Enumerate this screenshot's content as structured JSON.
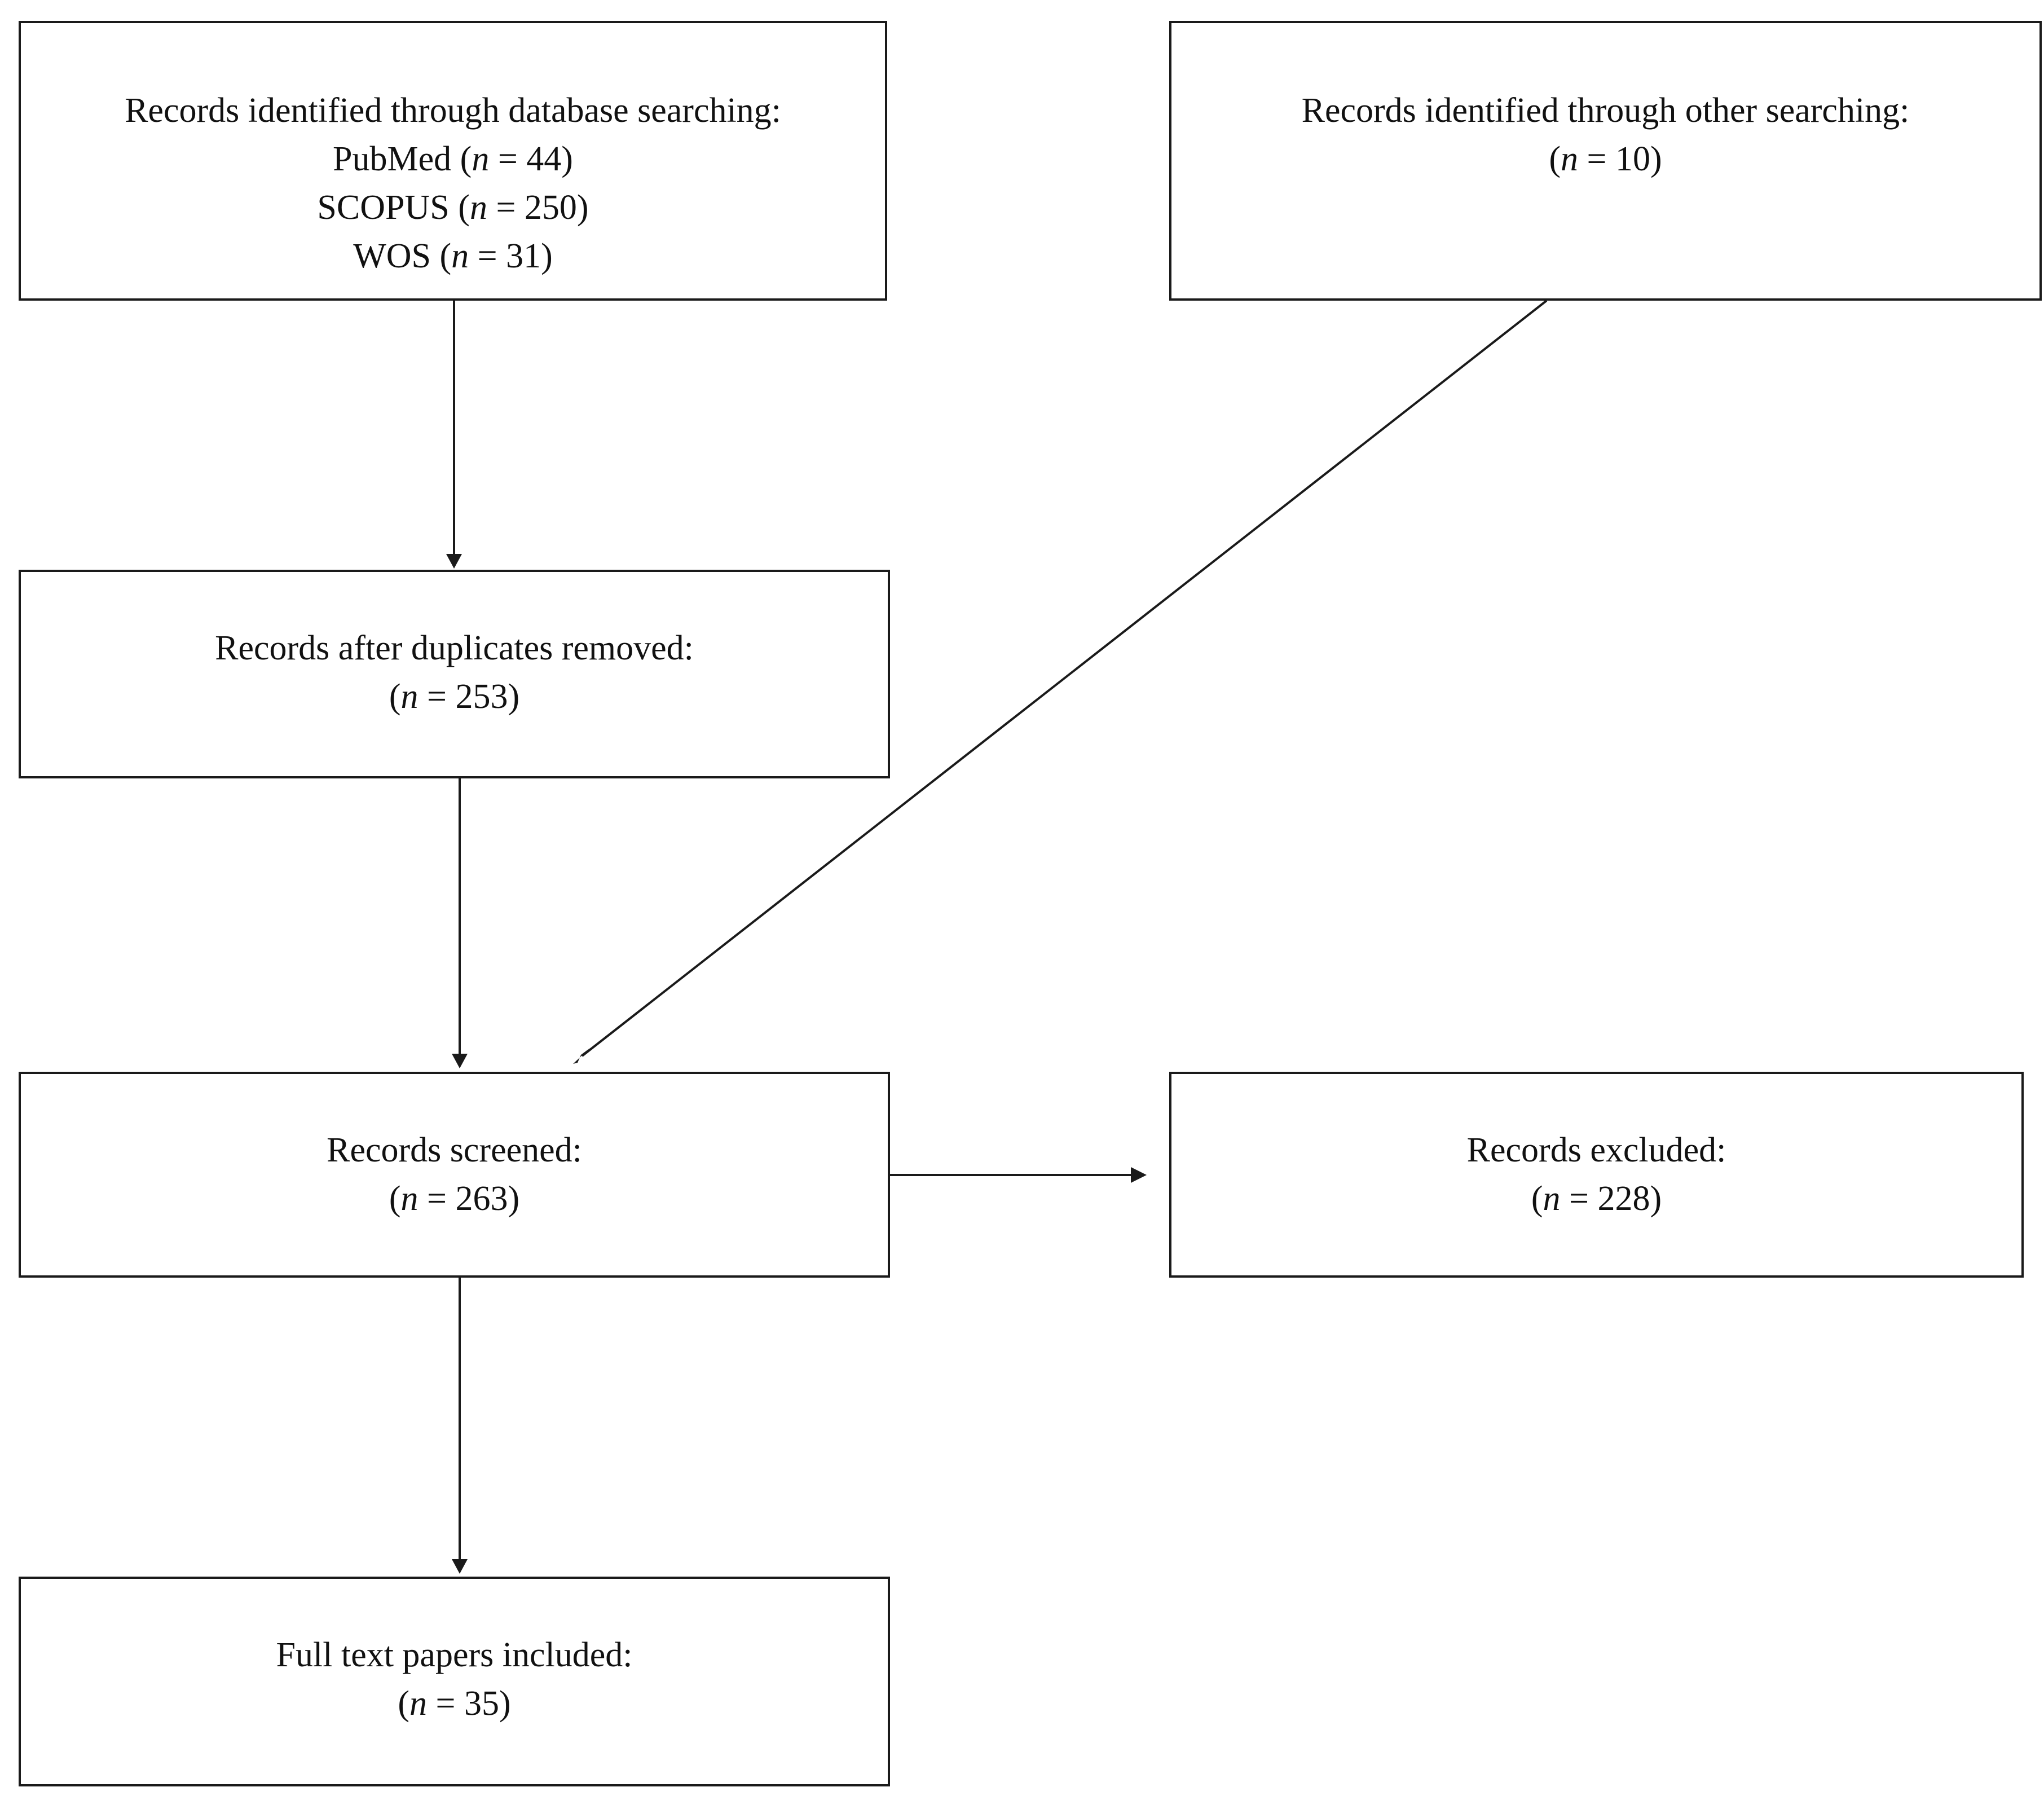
{
  "flow": {
    "db_search": {
      "title": "Records identified through database searching:",
      "sources": [
        {
          "name": "PubMed",
          "n": "44"
        },
        {
          "name": "SCOPUS",
          "n": "250"
        },
        {
          "name": "WOS",
          "n": "31"
        }
      ]
    },
    "other_search": {
      "title": "Records identified through other searching:",
      "n": "10"
    },
    "dedup": {
      "title": "Records after duplicates removed:",
      "n": "253"
    },
    "screened": {
      "title": "Records screened:",
      "n": "263"
    },
    "excluded": {
      "title": "Records excluded:",
      "n": "228"
    },
    "included": {
      "title": "Full text papers included:",
      "n": "35"
    }
  },
  "labels": {
    "n_symbol": "n",
    "equals": " = ",
    "open_paren": "(",
    "close_paren": ")"
  }
}
